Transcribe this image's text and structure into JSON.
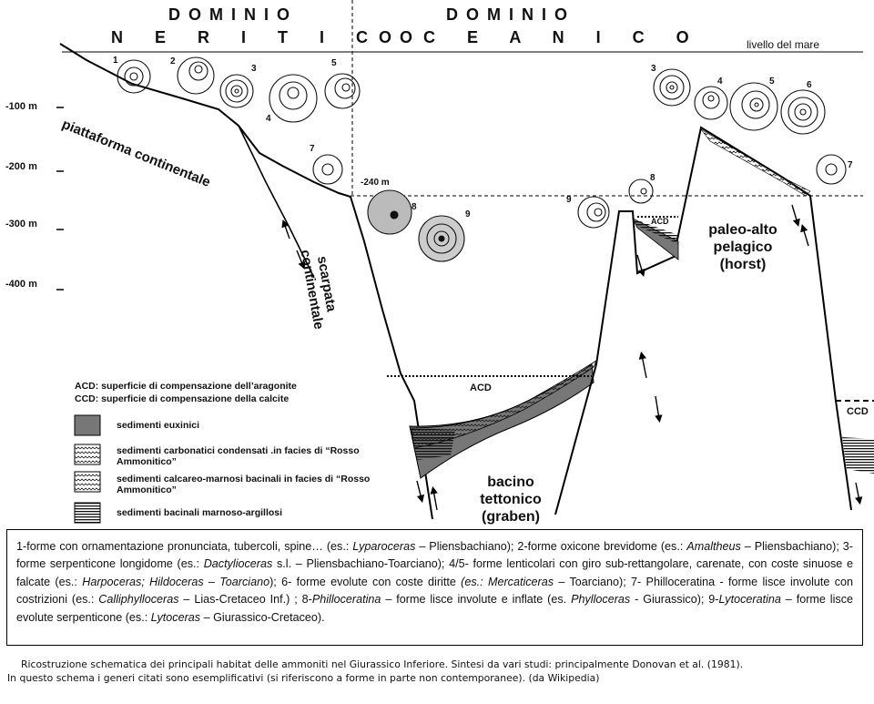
{
  "header": {
    "neritic_line1": "DOMINIO",
    "neritic_line2": "N E R I T I C O",
    "oceanic_line1": "DOMINIO",
    "oceanic_line2": "O C E A N I C O",
    "sea_level": "livello del mare"
  },
  "depths": [
    "-100 m",
    "-200 m",
    "-300 m",
    "-400 m"
  ],
  "labels": {
    "platform": "piattaforma continentale",
    "slope_line1": "scarpata",
    "slope_line2": "continentale",
    "depth_240": "-240 m",
    "acd_small": "ACD",
    "acd_mid": "ACD",
    "ccd": "CCD",
    "horst_line1": "paleo-alto",
    "horst_line2": "pelagico",
    "horst_line3": "(horst)",
    "graben_line1": "bacino",
    "graben_line2": "tettonico",
    "graben_line3": "(graben)"
  },
  "fossil_numbers": {
    "n1": "1",
    "n2": "2",
    "n3": "3",
    "n4": "4",
    "n5": "5",
    "n7": "7",
    "n8": "8",
    "n9": "9",
    "r3": "3",
    "r4": "4",
    "r5": "5",
    "r6": "6",
    "r7": "7",
    "r8": "8",
    "r9": "9"
  },
  "abbreviations": {
    "acd": "ACD: superficie di compensazione dell’aragonite",
    "ccd": "CCD: superficie di compensazione della calcite"
  },
  "legend": [
    {
      "key": "euxinic",
      "text": "sedimenti euxinici"
    },
    {
      "key": "condensed",
      "text": "sedimenti carbonatici condensati .in facies di “Rosso Ammonitico”"
    },
    {
      "key": "basinal_calc",
      "text": "sedimenti calcareo-marnosi bacinali in facies di “Rosso Ammonitico”"
    },
    {
      "key": "marly",
      "text": "sedimenti bacinali marnoso-argillosi"
    }
  ],
  "caption": {
    "p1": "1-forme con ornamentazione pronunciata, tubercoli, spine… (es.: ",
    "g1": "Lyparoceras",
    "p2": " – Pliensbachiano); 2-forme oxicone brevidome (es.: ",
    "g2": "Amaltheus",
    "p3": " – Pliensbachiano); 3- forme serpenticone longidome (es.: ",
    "g3": "Dactylioceras",
    "p4": " s.l. – Pliensbachiano-Toarciano); 4/5- forme lenticolari con giro sub-rettangolare, carenate, con coste sinuose e falcate (es.: ",
    "g4": "Harpoceras; Hildoceras – Toarciano",
    "p5": "); 6- forme evolute con coste diritte ",
    "g5": "(es.: Mercaticeras",
    "p6": " – Toarciano); 7- Philloceratina - forme lisce involute con costrizioni (es.: ",
    "g6": "Calliphylloceras",
    "p7": " – Lias-Cretaceo Inf.) ; 8-",
    "g7": "Philloceratina",
    "p8": " – forme lisce involute e inflate (es. ",
    "g8": "Phylloceras",
    "p9": " - Giurassico); 9-",
    "g9": "Lytoceratina",
    "p10": " – forme lisce evolute serpenticone (es.: ",
    "g10": "Lytoceras",
    "p11": " – Giurassico-Cretaceo)."
  },
  "credits": {
    "line1": "Ricostruzione schematica dei principali habitat delle ammoniti nel Giurassico Inferiore. Sintesi da vari studi: principalmente Donovan  et al. (1981).",
    "line2": "In questo schema i generi citati sono esemplificativi (si riferiscono a forme in parte non contemporanee). (da Wikipedia)"
  }
}
